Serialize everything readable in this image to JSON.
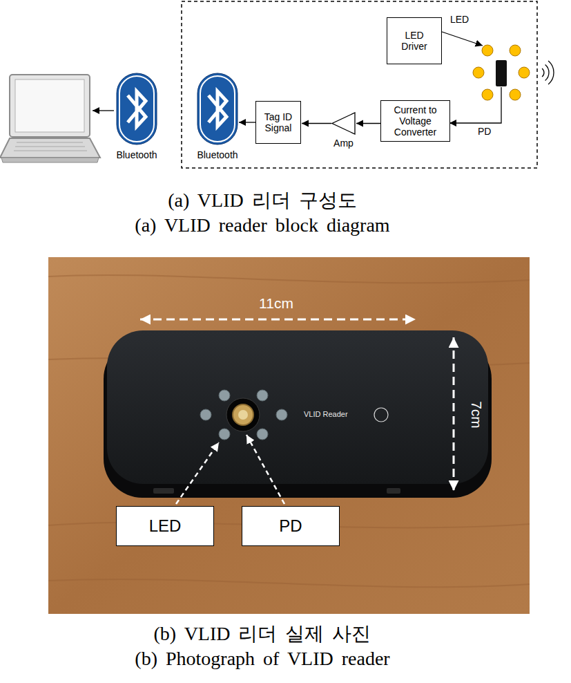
{
  "diagram": {
    "nodes": [
      {
        "text": [
          "LED Driver"
        ]
      },
      {
        "text": [
          "Current to Voltage Converter"
        ]
      },
      {
        "text": [
          "Amp"
        ]
      },
      {
        "text": [
          "Tag ID Signal"
        ]
      },
      {
        "text": [
          "Bluetooth"
        ]
      },
      {
        "text": [
          "Bluetooth"
        ]
      },
      {
        "text": [
          "LED"
        ]
      },
      {
        "text": [
          "PD"
        ]
      }
    ],
    "edges": [
      {
        "from": 1,
        "to": 2,
        "arrow": "to"
      },
      {
        "from": 2,
        "to": 3,
        "arrow": "to"
      },
      {
        "from": 3,
        "to": 4,
        "arrow": "to"
      }
    ],
    "labels": [
      "LED",
      "PD",
      "(a) VLID 리더 구성도",
      "(a) VLID reader block diagram",
      "11cm",
      "7cm",
      "VLID Reader",
      "(b) VLID 리더 실제 사진",
      "(b) Photograph of VLID reader"
    ]
  }
}
